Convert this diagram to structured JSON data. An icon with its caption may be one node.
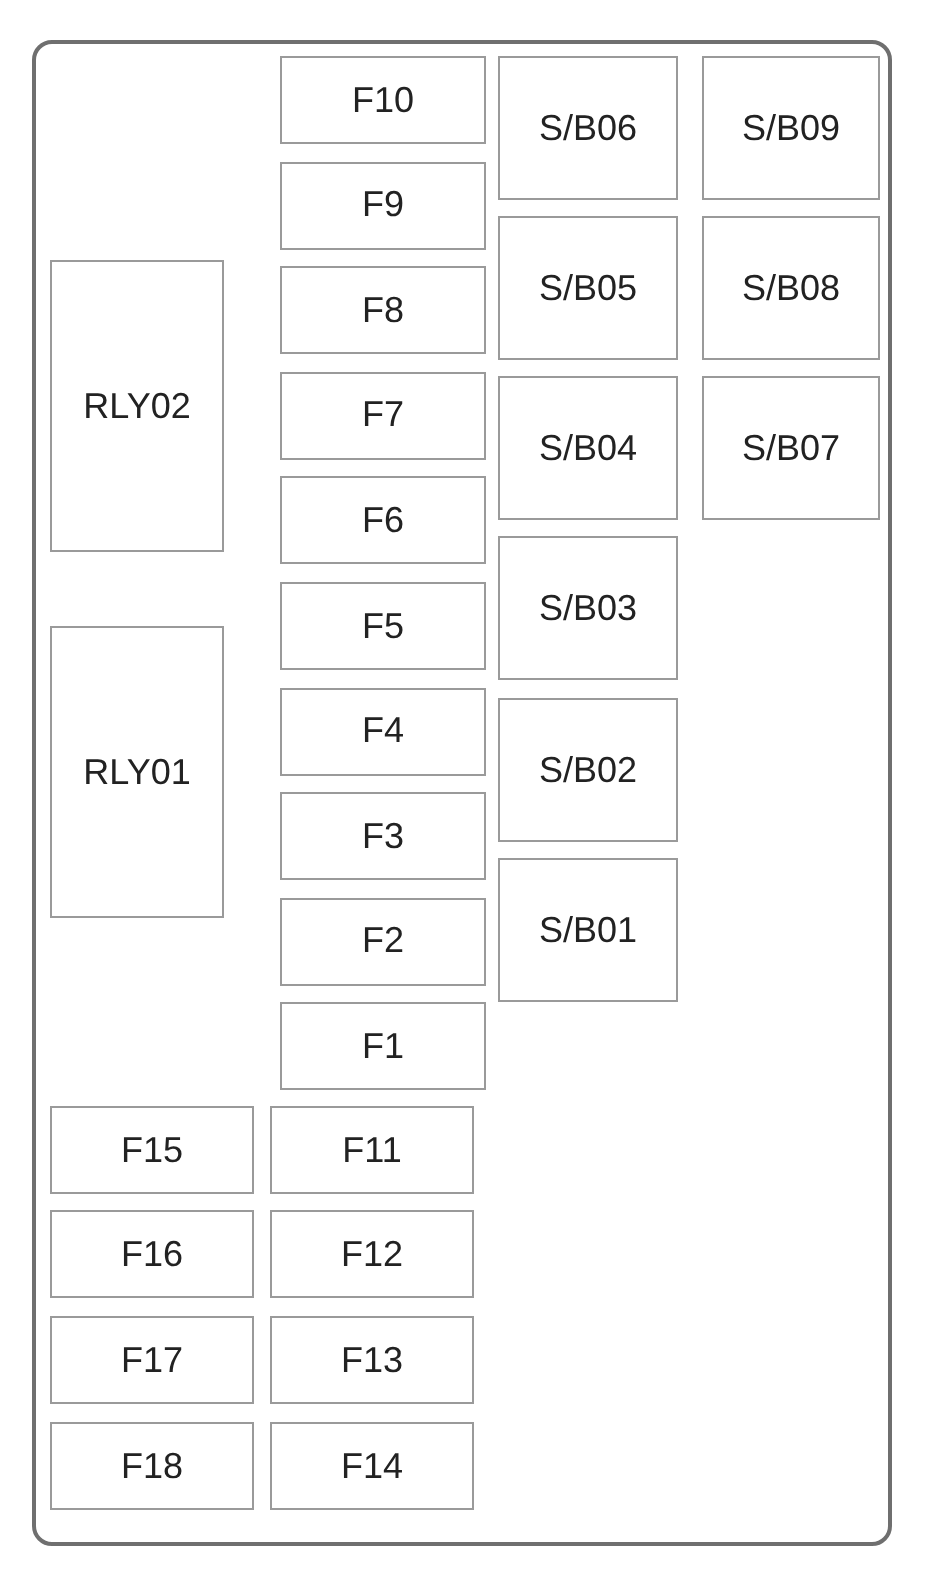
{
  "diagram": {
    "nodes": [
      {
        "text": [],
        "shape": "box"
      },
      {
        "text": [
          "F10"
        ],
        "in": 0
      },
      {
        "text": [
          "S/B06"
        ],
        "in": 0
      },
      {
        "text": [
          "S/B09"
        ],
        "in": 0
      },
      {
        "text": [
          "F9"
        ],
        "in": 0
      },
      {
        "text": [
          "F8"
        ],
        "in": 0
      },
      {
        "text": [
          "S/B05"
        ],
        "in": 0
      },
      {
        "text": [
          "S/B08"
        ],
        "in": 0
      },
      {
        "text": [
          "RLY02"
        ],
        "in": 0
      },
      {
        "text": [
          "F7"
        ],
        "in": 0
      },
      {
        "text": [
          "S/B04"
        ],
        "in": 0
      },
      {
        "text": [
          "S/B07"
        ],
        "in": 0
      },
      {
        "text": [
          "F6"
        ],
        "in": 0
      },
      {
        "text": [
          "F5"
        ],
        "in": 0
      },
      {
        "text": [
          "S/B03"
        ],
        "in": 0
      },
      {
        "text": [
          "RLY01"
        ],
        "in": 0
      },
      {
        "text": [
          "F4"
        ],
        "in": 0
      },
      {
        "text": [
          "S/B02"
        ],
        "in": 0
      },
      {
        "text": [
          "F3"
        ],
        "in": 0
      },
      {
        "text": [
          "F2"
        ],
        "in": 0
      },
      {
        "text": [
          "S/B01"
        ],
        "in": 0
      },
      {
        "text": [
          "F1"
        ],
        "in": 0
      },
      {
        "text": [
          "F15"
        ],
        "in": 0
      },
      {
        "text": [
          "F11"
        ],
        "in": 0
      },
      {
        "text": [
          "F16"
        ],
        "in": 0
      },
      {
        "text": [
          "F12"
        ],
        "in": 0
      },
      {
        "text": [
          "F17"
        ],
        "in": 0
      },
      {
        "text": [
          "F13"
        ],
        "in": 0
      },
      {
        "text": [
          "F18"
        ],
        "in": 0
      },
      {
        "text": [
          "F14"
        ],
        "in": 0
      }
    ]
  }
}
